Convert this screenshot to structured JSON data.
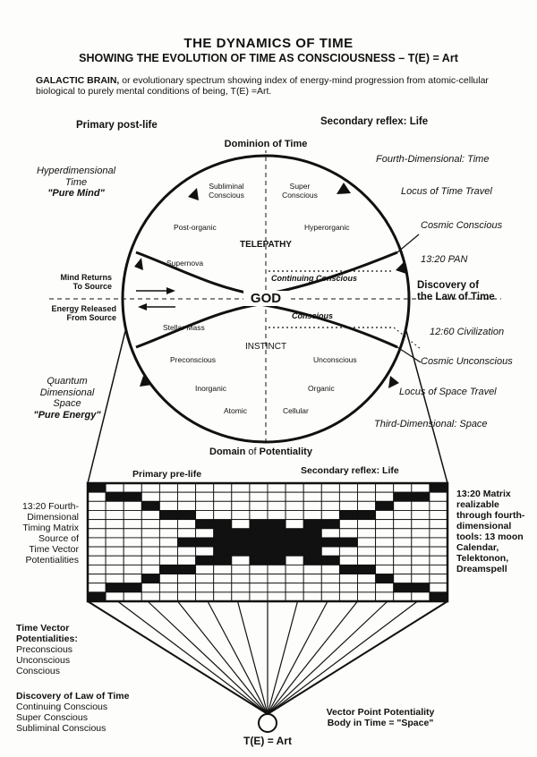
{
  "title": "THE DYNAMICS OF TIME",
  "subtitle": "SHOWING THE EVOLUTION OF TIME AS CONSCIOUSNESS – T(E) = Art",
  "intro": {
    "lead": "GALACTIC BRAIN,",
    "text": "or evolutionary spectrum showing index of energy-mind progression from atomic-cellular biological to purely mental conditions of being, T(E) =Art."
  },
  "headers": {
    "left_top": "Primary post-life",
    "right_top": "Secondary reflex: Life",
    "dominion": "Dominion of Time",
    "domain_prefix": "Domain",
    "domain_of": "of",
    "domain_suffix": "Potentiality"
  },
  "circle": {
    "center": "GOD",
    "telepathy": "TELEPATHY",
    "instinct": "INSTINCT",
    "continuing": "Continuing Conscious",
    "conscious": "Conscious",
    "upper_left": [
      "Subliminal Conscious",
      "Post-organic",
      "Supernova"
    ],
    "upper_right": [
      "Super Conscious",
      "Hyperorganic"
    ],
    "lower_left": [
      "Stellar Mass",
      "Preconscious",
      "Inorganic",
      "Atomic"
    ],
    "lower_right": [
      "Unconscious",
      "Organic",
      "Cellular"
    ]
  },
  "left_labels": {
    "hyper": [
      "Hyperdimensional",
      "Time",
      "\"Pure Mind\""
    ],
    "mind_returns": [
      "Mind Returns",
      "To Source"
    ],
    "energy_released": [
      "Energy Released",
      "From Source"
    ],
    "quantum": [
      "Quantum",
      "Dimensional",
      "Space",
      "\"Pure Energy\""
    ]
  },
  "right_labels": {
    "fourth_dim": "Fourth-Dimensional: Time",
    "locus_time": "Locus of Time Travel",
    "cosmic_conscious": "Cosmic Conscious",
    "pan": "13:20 PAN",
    "discovery": [
      "Discovery of",
      "the Law of Time"
    ],
    "civilization": "12:60 Civilization",
    "cosmic_unconscious": "Cosmic Unconscious",
    "locus_space": "Locus of Space Travel",
    "third_dim": "Third-Dimensional: Space"
  },
  "matrix": {
    "header_left": "Primary pre-life",
    "header_right": "Secondary reflex: Life",
    "left_caption": [
      "13:20 Fourth-",
      "Dimensional",
      "Timing Matrix",
      "Source of",
      "Time Vector",
      "Potentialities"
    ],
    "right_caption": [
      "13:20 Matrix",
      "realizable",
      "through fourth-",
      "dimensional",
      "tools: 13 moon",
      "Calendar,",
      "Telektonon,",
      "Dreamspell"
    ]
  },
  "bottom_left": {
    "vectors_title": [
      "Time Vector",
      "Potentialities:"
    ],
    "vectors": [
      "Preconscious",
      "Unconscious",
      "Conscious"
    ],
    "discovery_title": "Discovery of Law of Time",
    "discovery_items": [
      "Continuing Conscious",
      "Super Conscious",
      "Subliminal Conscious"
    ]
  },
  "bottom_right": [
    "Vector Point Potentiality",
    "Body in Time = \"Space\""
  ],
  "formula": "T(E) = Art"
}
